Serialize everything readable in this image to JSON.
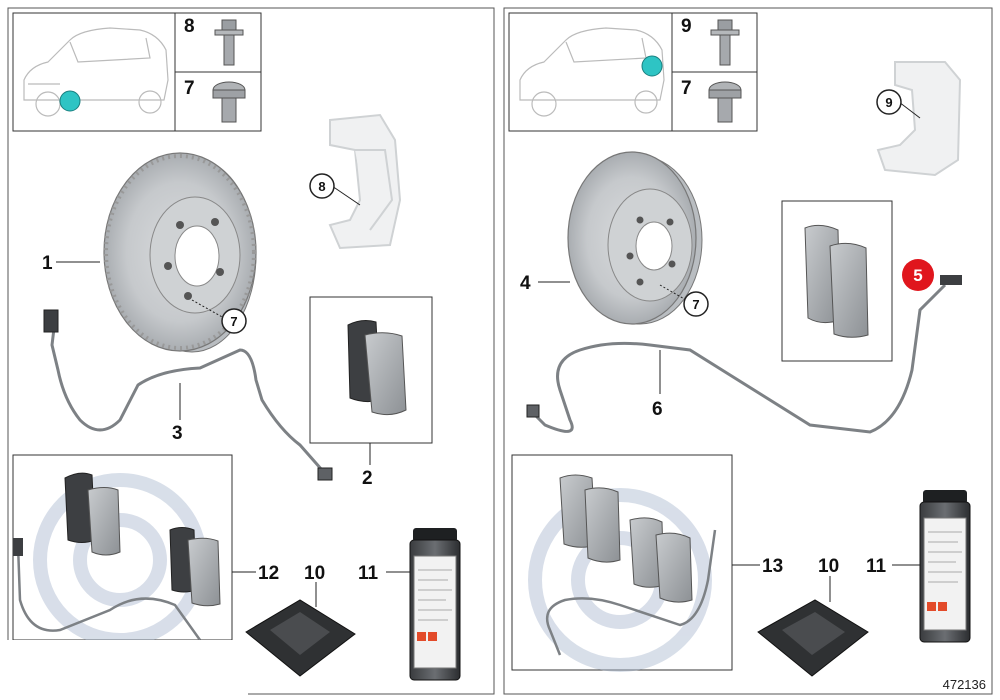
{
  "left_panel": {
    "inset_labels": [
      "8",
      "7"
    ],
    "callouts": {
      "disc": "1",
      "pads": "2",
      "sensor": "3",
      "bolt_circled": "7",
      "caliper_circled": "8",
      "paste": "10",
      "spray": "11",
      "kit": "12"
    }
  },
  "right_panel": {
    "inset_labels": [
      "9",
      "7"
    ],
    "callouts": {
      "disc": "4",
      "badge": "5",
      "sensor": "6",
      "bolt_circled": "7",
      "caliper_circled": "9",
      "paste": "10",
      "spray": "11",
      "kit": "13"
    }
  },
  "diagram_id": "472136",
  "colors": {
    "badge": "#e0161d",
    "hub_marker": "#2ec4c4",
    "watermark": "#a9b8cf"
  }
}
